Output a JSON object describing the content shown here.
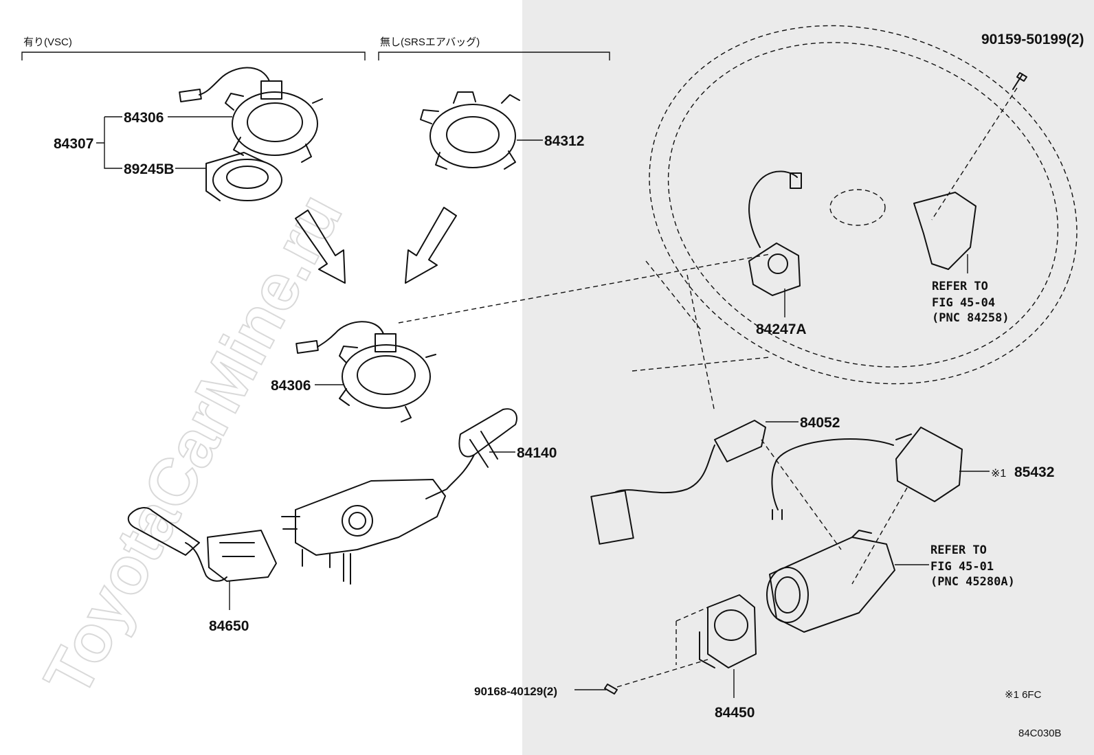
{
  "groups": {
    "with_vsc": "有り(VSC)",
    "without_srs": "無し(SRSエアバッグ)"
  },
  "parts": {
    "p84306_top": "84306",
    "p84307": "84307",
    "p89245B": "89245B",
    "p84312": "84312",
    "p84306_mid": "84306",
    "p84140": "84140",
    "p84650": "84650",
    "p84247A": "84247A",
    "p84052": "84052",
    "p85432": "85432",
    "p85432_mark": "※1",
    "p84450": "84450",
    "bolt_top": "90159-50199(2)",
    "bolt_bottom": "90168-40129(2)"
  },
  "refs": {
    "ref1_line1": "REFER TO",
    "ref1_line2": "FIG 45-04",
    "ref1_line3": "(PNC 84258)",
    "ref2_line1": "REFER TO",
    "ref2_line2": "FIG 45-01",
    "ref2_line3": "(PNC 45280A)"
  },
  "footnote": "※1 6FC",
  "figure_code": "84C030B",
  "watermark": "ToyotaCarMine.ru"
}
